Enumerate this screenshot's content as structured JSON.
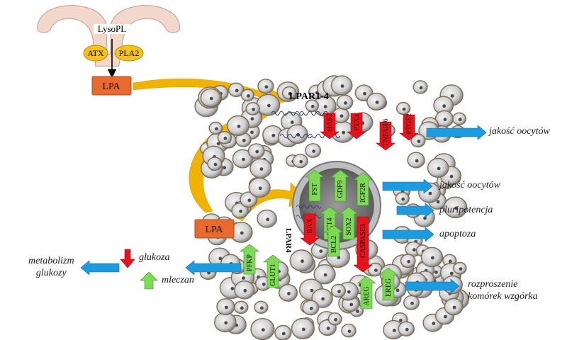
{
  "top": {
    "lysopl": "LysoPL",
    "atx": "ATX",
    "pla2": "PLA2",
    "lpa": "LPA"
  },
  "receptors": {
    "lpar14": "LPAR1-4",
    "lpar4": "LPAR4"
  },
  "lpa_left": "LPA",
  "cumulus_genes": [
    "HAS2",
    "PTX3",
    "TNFAIP6",
    "PTGS2",
    "PFKP",
    "GLUT1",
    "AREG",
    "EREG"
  ],
  "oocyte_genes": [
    "FST",
    "GDF9",
    "IGF2R",
    "OCT4",
    "SOX2",
    "BAX",
    "BCL2",
    "CASPASE3"
  ],
  "outcomes": {
    "jakosc1": "jakość oocytów",
    "jakosc2": "jakość oocytów",
    "pluri": "pluripotencja",
    "apoptoza": "apoptoza",
    "rozproszenie": "rozproszenie\nkomórek wzgórka"
  },
  "left": {
    "glukoza": "glukoza",
    "mleczan": "mleczan",
    "metabolizm": "metabolizm\nglukozy"
  },
  "colors": {
    "up": "#7ed957",
    "down": "#e8121c",
    "blue": "#1d9be0",
    "gold": "#f0b400",
    "lpa_box": "#e86a2c",
    "enzyme": "#f4c21a"
  }
}
